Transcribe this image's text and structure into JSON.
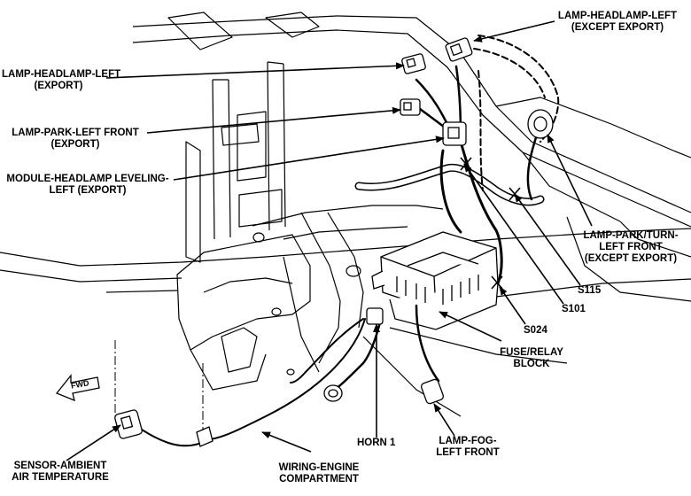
{
  "callouts": {
    "headlamp_except_export": {
      "line1": "LAMP-HEADLAMP-LEFT",
      "line2": "(EXCEPT EXPORT)"
    },
    "headlamp_export": {
      "line1": "LAMP-HEADLAMP-LEFT",
      "line2": "(EXPORT)"
    },
    "park_front_export": {
      "line1": "LAMP-PARK-LEFT FRONT",
      "line2": "(EXPORT)"
    },
    "leveling_module": {
      "line1": "MODULE-HEADLAMP LEVELING-",
      "line2": "LEFT (EXPORT)"
    },
    "park_turn": {
      "line1": "LAMP-PARK/TURN-",
      "line2": "LEFT FRONT",
      "line3": "(EXCEPT EXPORT)"
    },
    "s115": {
      "text": "S115"
    },
    "s101": {
      "text": "S101"
    },
    "s024": {
      "text": "S024"
    },
    "fuse_relay": {
      "line1": "FUSE/RELAY",
      "line2": "BLOCK"
    },
    "horn": {
      "text": "HORN 1"
    },
    "fog": {
      "line1": "LAMP-FOG-",
      "line2": "LEFT FRONT"
    },
    "wiring": {
      "line1": "WIRING-ENGINE",
      "line2": "COMPARTMENT"
    },
    "sensor": {
      "line1": "SENSOR-AMBIENT",
      "line2": "AIR TEMPERATURE"
    },
    "fwd": {
      "text": "FWD"
    }
  }
}
